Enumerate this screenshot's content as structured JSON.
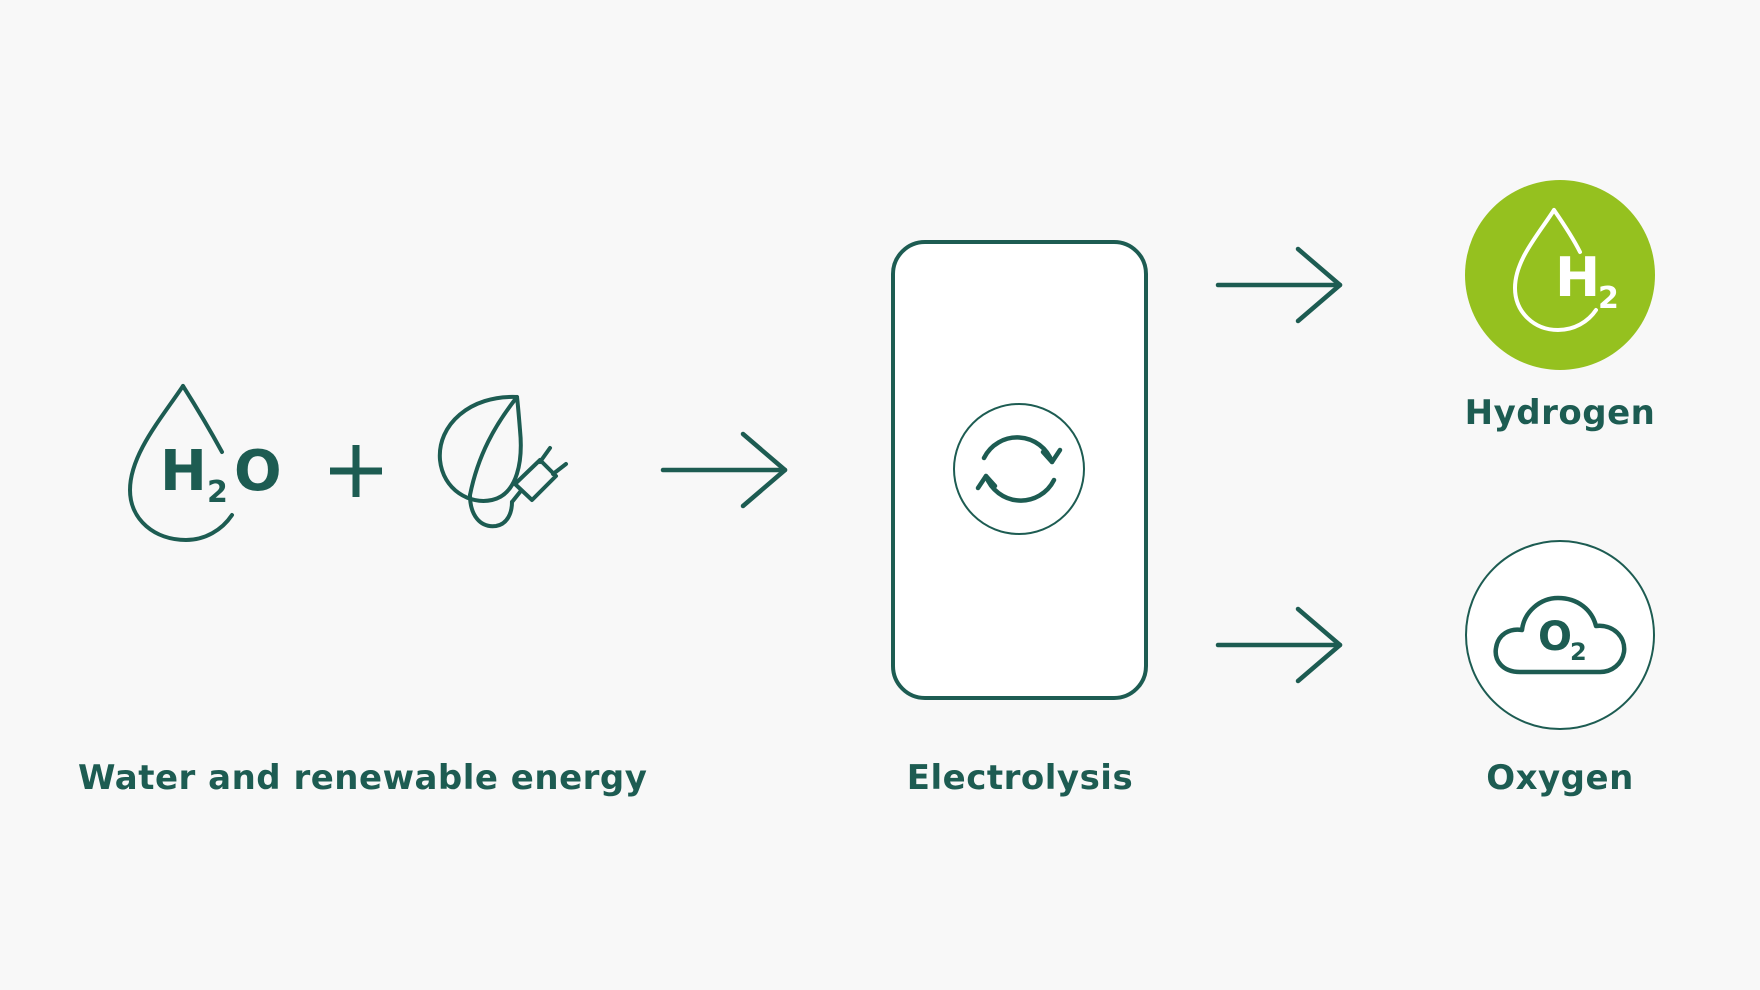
{
  "colors": {
    "background": "#f8f8f8",
    "primary": "#1d5c52",
    "accent": "#95c11f",
    "box_fill": "#ffffff"
  },
  "inputs": {
    "label": "Water and renewable energy",
    "water_symbol": "H",
    "water_subscript": "2",
    "water_symbol_end": "O",
    "icons": [
      "water-drop-icon",
      "plus-icon",
      "leaf-plug-icon"
    ]
  },
  "process": {
    "label": "Electrolysis",
    "icon": "cycle-icon"
  },
  "outputs": {
    "hydrogen": {
      "label": "Hydrogen",
      "symbol": "H",
      "subscript": "2",
      "icon": "hydrogen-drop-icon"
    },
    "oxygen": {
      "label": "Oxygen",
      "symbol": "O",
      "subscript": "2",
      "icon": "oxygen-cloud-icon"
    }
  }
}
